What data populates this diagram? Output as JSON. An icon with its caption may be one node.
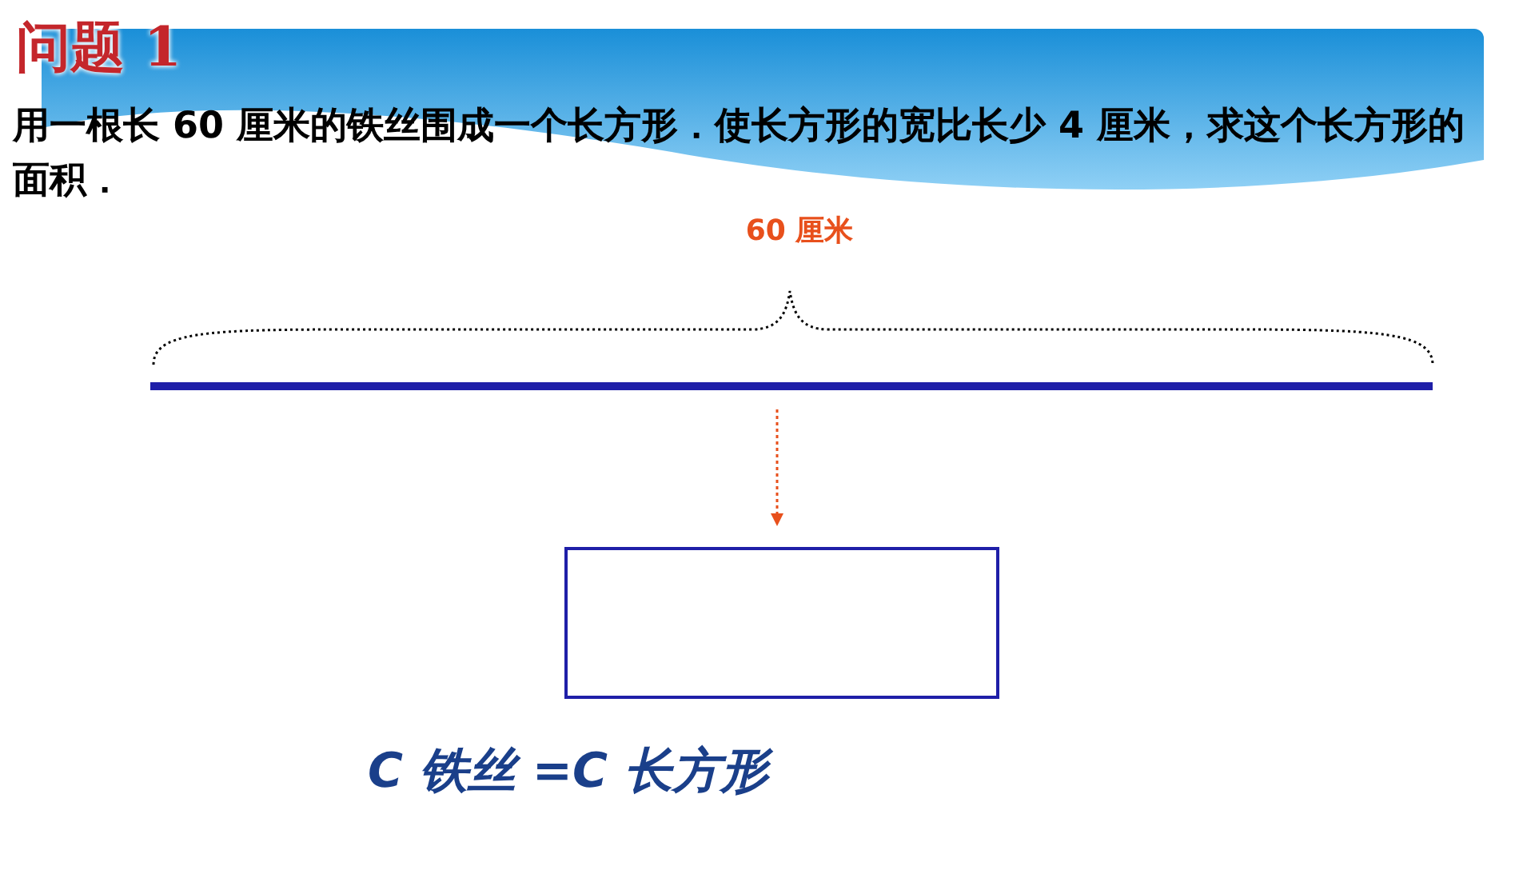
{
  "diagram": {
    "title": "问题 1",
    "nodes": [
      {
        "text": [],
        "shape": "bar"
      },
      {
        "text": [],
        "shape": "box"
      }
    ],
    "edges": [
      {
        "from": 0,
        "to": 1,
        "arrow": "to",
        "style": "dashed",
        "color": "#e8501c"
      }
    ],
    "labels": [
      "用一根长 60 厘米的铁丝围成一个长方形．使长方形的宽比长少 4 厘米，求这个长方形的面积．",
      "60 厘米",
      "C 铁丝 =C 长方形"
    ]
  }
}
